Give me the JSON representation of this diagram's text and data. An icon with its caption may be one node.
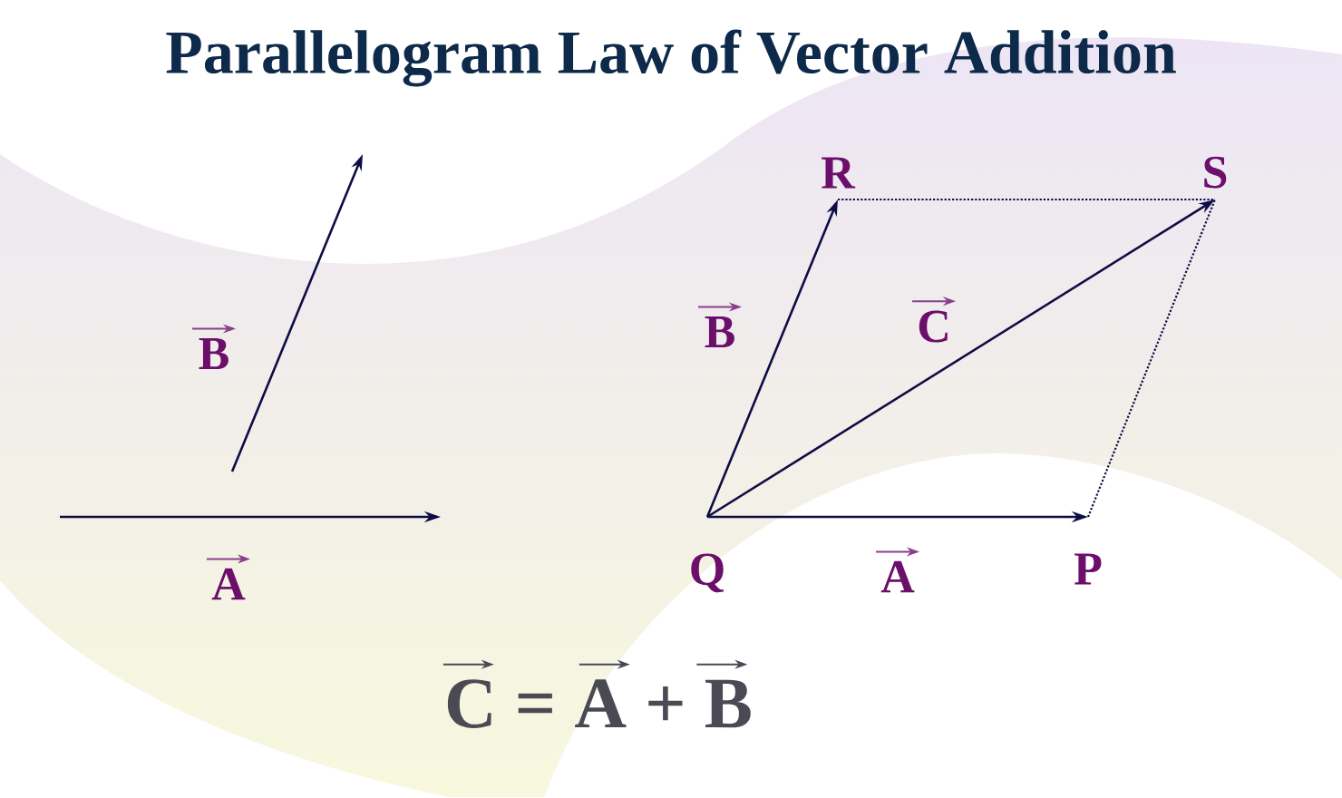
{
  "diagram": {
    "title": "Parallelogram Law of Vector Addition",
    "nodes": [
      {
        "text": [
          "Q"
        ]
      },
      {
        "text": [
          "P"
        ]
      },
      {
        "text": [
          "R"
        ]
      },
      {
        "text": [
          "S"
        ]
      }
    ],
    "edges": [
      {
        "from": 0,
        "to": 1,
        "arrow": "to",
        "label": "A"
      },
      {
        "from": 0,
        "to": 2,
        "arrow": "to",
        "label": "B"
      },
      {
        "from": 0,
        "to": 3,
        "arrow": "to",
        "label": "C"
      },
      {
        "from": 2,
        "to": 3,
        "arrow": "none",
        "style": "dashed"
      },
      {
        "from": 1,
        "to": 3,
        "arrow": "none",
        "style": "dashed"
      }
    ],
    "labels": [
      "B",
      "A",
      "C = A + B"
    ]
  }
}
